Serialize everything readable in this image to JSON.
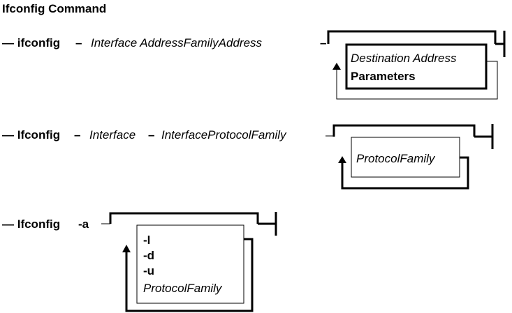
{
  "title": "Ifconfig Command",
  "diagram1": {
    "lead": "— ifconfig",
    "sep1": "–",
    "args": "Interface AddressFamilyAddress",
    "sep2": "–",
    "opt1": "Destination Address",
    "opt2": "Parameters"
  },
  "diagram2": {
    "lead": "— Ifconfig",
    "sep1": "–",
    "arg1": "Interface",
    "sep2": "–",
    "arg2": "InterfaceProtocolFamily",
    "opt1": "ProtocolFamily"
  },
  "diagram3": {
    "lead": "— Ifconfig",
    "flag": "-a",
    "opt1": "-l",
    "opt2": "-d",
    "opt3": "-u",
    "opt4": "ProtocolFamily"
  }
}
